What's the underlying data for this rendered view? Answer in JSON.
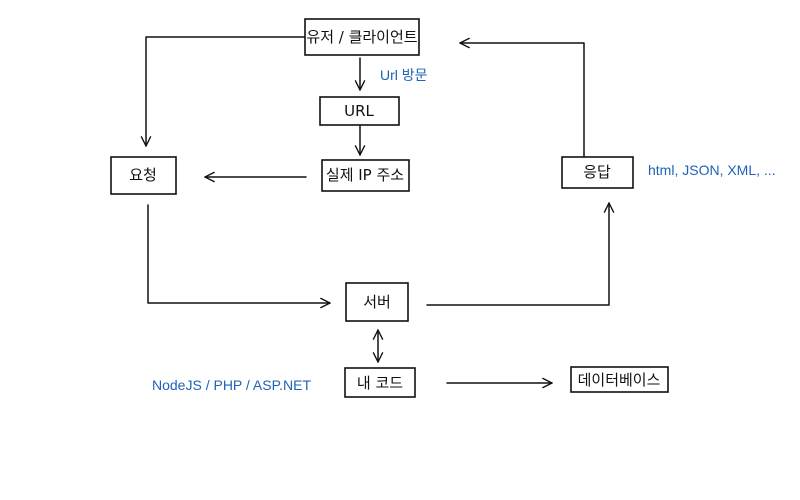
{
  "colors": {
    "ink": "#111111",
    "annotation": "#1e63b8",
    "background": "#ffffff"
  },
  "nodes": {
    "user_client": "유저 / 클라이언트",
    "url": "URL",
    "real_ip": "실제 IP 주소",
    "request": "요청",
    "response": "응답",
    "server": "서버",
    "my_code": "내 코드",
    "database": "데이터베이스"
  },
  "annotations": {
    "url_visit": "Url 방문",
    "response_formats": "html, JSON, XML, ...",
    "server_languages": "NodeJS / PHP / ASP.NET"
  }
}
